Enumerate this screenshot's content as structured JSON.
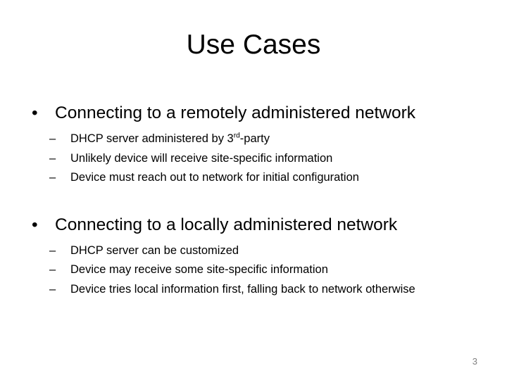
{
  "slide": {
    "title": "Use Cases",
    "page_number": "3",
    "bullet_marker": "•",
    "subbullet_marker": "–",
    "text_color": "#000000",
    "page_number_color": "#808080",
    "background_color": "#ffffff",
    "groups": [
      {
        "heading": "Connecting to a remotely administered network",
        "sub_items": [
          {
            "prefix": "DHCP server administered by 3",
            "superscript": "rd",
            "suffix": "-party",
            "full_text": "DHCP server administered by 3rd-party"
          },
          {
            "prefix": "Unlikely device will receive site-specific information",
            "superscript": "",
            "suffix": "",
            "full_text": "Unlikely device will receive site-specific information"
          },
          {
            "prefix": "Device must reach out to network for initial configuration",
            "superscript": "",
            "suffix": "",
            "full_text": "Device must reach out to network for initial configuration"
          }
        ]
      },
      {
        "heading": "Connecting to a locally administered network",
        "sub_items": [
          {
            "prefix": "DHCP server can be customized",
            "superscript": "",
            "suffix": "",
            "full_text": "DHCP server can be customized"
          },
          {
            "prefix": "Device may receive some site-specific information",
            "superscript": "",
            "suffix": "",
            "full_text": "Device may receive some site-specific information"
          },
          {
            "prefix": "Device tries local information first, falling back to network otherwise",
            "superscript": "",
            "suffix": "",
            "full_text": "Device tries local information first, falling back to network otherwise"
          }
        ]
      }
    ]
  }
}
